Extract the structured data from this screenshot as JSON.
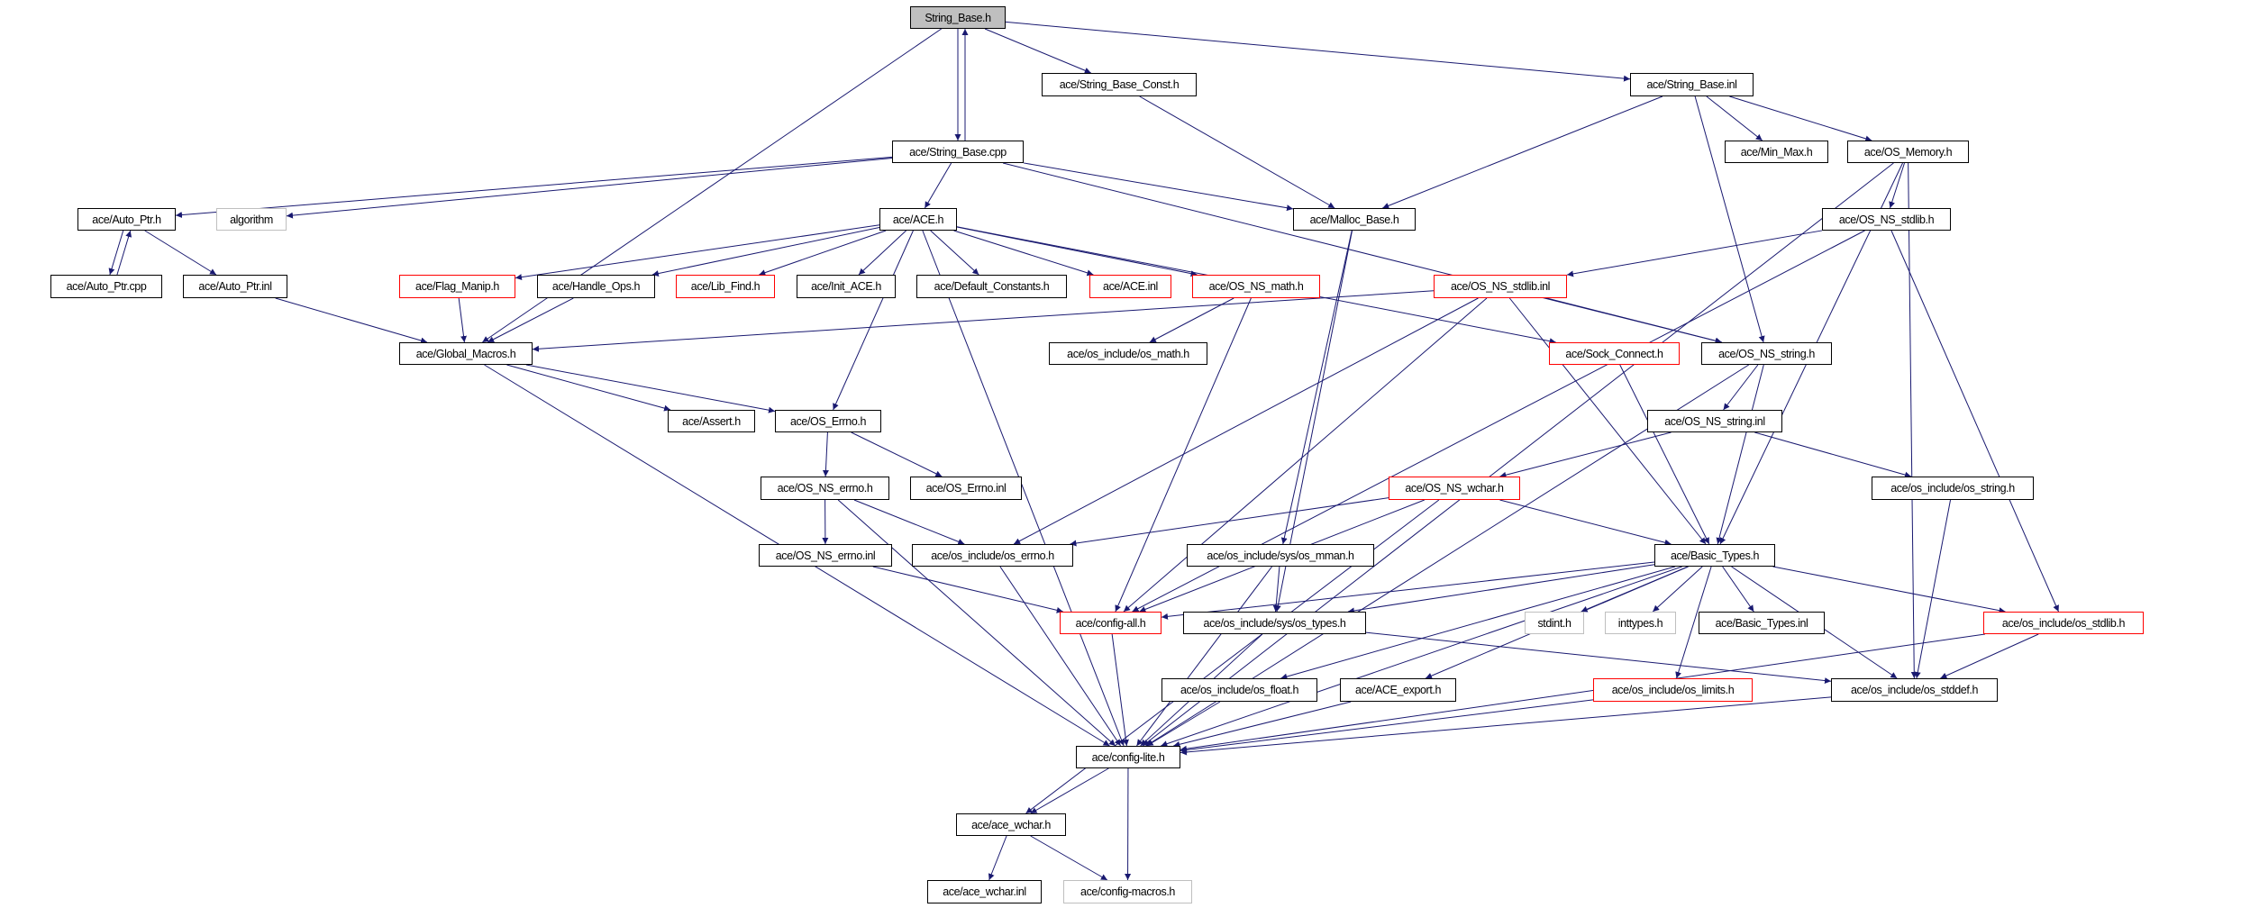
{
  "title": "String_Base.h",
  "colors": {
    "edge": "#191970",
    "root_fill": "#bfbfbf",
    "truncated_border": "#ff0000",
    "external_border": "#bfbfbf"
  },
  "nodes": {
    "string_base_h": {
      "label": "String_Base.h",
      "kind": "root"
    },
    "string_base_const_h": {
      "label": "ace/String_Base_Const.h",
      "kind": "normal"
    },
    "string_base_inl": {
      "label": "ace/String_Base.inl",
      "kind": "normal"
    },
    "string_base_cpp": {
      "label": "ace/String_Base.cpp",
      "kind": "normal"
    },
    "min_max_h": {
      "label": "ace/Min_Max.h",
      "kind": "normal"
    },
    "os_memory_h": {
      "label": "ace/OS_Memory.h",
      "kind": "normal"
    },
    "auto_ptr_h": {
      "label": "ace/Auto_Ptr.h",
      "kind": "normal"
    },
    "algorithm": {
      "label": "algorithm",
      "kind": "external"
    },
    "ace_h": {
      "label": "ace/ACE.h",
      "kind": "normal"
    },
    "malloc_base_h": {
      "label": "ace/Malloc_Base.h",
      "kind": "normal"
    },
    "os_ns_stdlib_h": {
      "label": "ace/OS_NS_stdlib.h",
      "kind": "normal"
    },
    "auto_ptr_cpp": {
      "label": "ace/Auto_Ptr.cpp",
      "kind": "normal"
    },
    "auto_ptr_inl": {
      "label": "ace/Auto_Ptr.inl",
      "kind": "normal"
    },
    "flag_manip_h": {
      "label": "ace/Flag_Manip.h",
      "kind": "truncated"
    },
    "handle_ops_h": {
      "label": "ace/Handle_Ops.h",
      "kind": "normal"
    },
    "lib_find_h": {
      "label": "ace/Lib_Find.h",
      "kind": "truncated"
    },
    "init_ace_h": {
      "label": "ace/Init_ACE.h",
      "kind": "normal"
    },
    "default_constants_h": {
      "label": "ace/Default_Constants.h",
      "kind": "normal"
    },
    "ace_inl": {
      "label": "ace/ACE.inl",
      "kind": "truncated"
    },
    "os_ns_math_h": {
      "label": "ace/OS_NS_math.h",
      "kind": "truncated"
    },
    "os_ns_stdlib_inl": {
      "label": "ace/OS_NS_stdlib.inl",
      "kind": "truncated"
    },
    "global_macros_h": {
      "label": "ace/Global_Macros.h",
      "kind": "normal"
    },
    "os_math_h": {
      "label": "ace/os_include/os_math.h",
      "kind": "normal"
    },
    "sock_connect_h": {
      "label": "ace/Sock_Connect.h",
      "kind": "truncated"
    },
    "os_ns_string_h": {
      "label": "ace/OS_NS_string.h",
      "kind": "normal"
    },
    "assert_h": {
      "label": "ace/Assert.h",
      "kind": "normal"
    },
    "os_errno_h": {
      "label": "ace/OS_Errno.h",
      "kind": "normal"
    },
    "os_ns_string_inl": {
      "label": "ace/OS_NS_string.inl",
      "kind": "normal"
    },
    "os_ns_errno_h": {
      "label": "ace/OS_NS_errno.h",
      "kind": "normal"
    },
    "os_errno_inl": {
      "label": "ace/OS_Errno.inl",
      "kind": "normal"
    },
    "os_ns_wchar_h": {
      "label": "ace/OS_NS_wchar.h",
      "kind": "truncated"
    },
    "os_string_h": {
      "label": "ace/os_include/os_string.h",
      "kind": "normal"
    },
    "os_ns_errno_inl": {
      "label": "ace/OS_NS_errno.inl",
      "kind": "normal"
    },
    "os_include_errno_h": {
      "label": "ace/os_include/os_errno.h",
      "kind": "normal"
    },
    "os_mman_h": {
      "label": "ace/os_include/sys/os_mman.h",
      "kind": "normal"
    },
    "basic_types_h": {
      "label": "ace/Basic_Types.h",
      "kind": "normal"
    },
    "config_all_h": {
      "label": "ace/config-all.h",
      "kind": "truncated"
    },
    "os_types_h": {
      "label": "ace/os_include/sys/os_types.h",
      "kind": "normal"
    },
    "stdint_h": {
      "label": "stdint.h",
      "kind": "external"
    },
    "inttypes_h": {
      "label": "inttypes.h",
      "kind": "external"
    },
    "basic_types_inl": {
      "label": "ace/Basic_Types.inl",
      "kind": "normal"
    },
    "os_stdlib_h": {
      "label": "ace/os_include/os_stdlib.h",
      "kind": "truncated"
    },
    "os_float_h": {
      "label": "ace/os_include/os_float.h",
      "kind": "normal"
    },
    "ace_export_h": {
      "label": "ace/ACE_export.h",
      "kind": "normal"
    },
    "os_limits_h": {
      "label": "ace/os_include/os_limits.h",
      "kind": "truncated"
    },
    "os_stddef_h": {
      "label": "ace/os_include/os_stddef.h",
      "kind": "normal"
    },
    "config_lite_h": {
      "label": "ace/config-lite.h",
      "kind": "normal"
    },
    "ace_wchar_h": {
      "label": "ace/ace_wchar.h",
      "kind": "normal"
    },
    "ace_wchar_inl": {
      "label": "ace/ace_wchar.inl",
      "kind": "normal"
    },
    "config_macros_h": {
      "label": "ace/config-macros.h",
      "kind": "external"
    }
  },
  "edges": [
    [
      "string_base_h",
      "string_base_cpp"
    ],
    [
      "string_base_h",
      "string_base_const_h"
    ],
    [
      "string_base_h",
      "string_base_inl"
    ],
    [
      "string_base_h",
      "global_macros_h"
    ],
    [
      "string_base_cpp",
      "string_base_h"
    ],
    [
      "string_base_cpp",
      "auto_ptr_h"
    ],
    [
      "string_base_cpp",
      "algorithm"
    ],
    [
      "string_base_cpp",
      "ace_h"
    ],
    [
      "string_base_cpp",
      "malloc_base_h"
    ],
    [
      "string_base_cpp",
      "os_ns_string_h"
    ],
    [
      "auto_ptr_h",
      "auto_ptr_cpp"
    ],
    [
      "auto_ptr_h",
      "auto_ptr_inl"
    ],
    [
      "auto_ptr_cpp",
      "auto_ptr_h"
    ],
    [
      "auto_ptr_inl",
      "global_macros_h"
    ],
    [
      "ace_h",
      "flag_manip_h"
    ],
    [
      "ace_h",
      "handle_ops_h"
    ],
    [
      "ace_h",
      "lib_find_h"
    ],
    [
      "ace_h",
      "init_ace_h"
    ],
    [
      "ace_h",
      "default_constants_h"
    ],
    [
      "ace_h",
      "ace_inl"
    ],
    [
      "ace_h",
      "os_ns_math_h"
    ],
    [
      "ace_h",
      "sock_connect_h"
    ],
    [
      "ace_h",
      "os_errno_h"
    ],
    [
      "ace_h",
      "config_lite_h"
    ],
    [
      "flag_manip_h",
      "global_macros_h"
    ],
    [
      "handle_ops_h",
      "global_macros_h"
    ],
    [
      "global_macros_h",
      "assert_h"
    ],
    [
      "global_macros_h",
      "os_errno_h"
    ],
    [
      "global_macros_h",
      "config_lite_h"
    ],
    [
      "os_errno_h",
      "os_ns_errno_h"
    ],
    [
      "os_errno_h",
      "os_errno_inl"
    ],
    [
      "os_ns_errno_h",
      "os_ns_errno_inl"
    ],
    [
      "os_ns_errno_h",
      "os_include_errno_h"
    ],
    [
      "os_ns_errno_h",
      "config_lite_h"
    ],
    [
      "os_ns_errno_inl",
      "config_all_h"
    ],
    [
      "os_include_errno_h",
      "config_lite_h"
    ],
    [
      "os_ns_math_h",
      "os_math_h"
    ],
    [
      "os_ns_math_h",
      "config_all_h"
    ],
    [
      "string_base_const_h",
      "malloc_base_h"
    ],
    [
      "string_base_inl",
      "malloc_base_h"
    ],
    [
      "string_base_inl",
      "min_max_h"
    ],
    [
      "string_base_inl",
      "os_memory_h"
    ],
    [
      "string_base_inl",
      "os_ns_string_h"
    ],
    [
      "os_memory_h",
      "os_ns_stdlib_h"
    ],
    [
      "os_memory_h",
      "basic_types_h"
    ],
    [
      "os_memory_h",
      "os_stddef_h"
    ],
    [
      "os_memory_h",
      "config_lite_h"
    ],
    [
      "os_ns_stdlib_h",
      "os_ns_stdlib_inl"
    ],
    [
      "os_ns_stdlib_h",
      "config_all_h"
    ],
    [
      "os_ns_stdlib_h",
      "os_stdlib_h"
    ],
    [
      "os_ns_stdlib_inl",
      "global_macros_h"
    ],
    [
      "os_ns_stdlib_inl",
      "os_ns_string_h"
    ],
    [
      "os_ns_stdlib_inl",
      "basic_types_h"
    ],
    [
      "os_ns_stdlib_inl",
      "os_include_errno_h"
    ],
    [
      "os_ns_stdlib_inl",
      "config_all_h"
    ],
    [
      "malloc_base_h",
      "os_mman_h"
    ],
    [
      "malloc_base_h",
      "os_types_h"
    ],
    [
      "sock_connect_h",
      "basic_types_h"
    ],
    [
      "os_ns_string_h",
      "os_ns_string_inl"
    ],
    [
      "os_ns_string_h",
      "basic_types_h"
    ],
    [
      "os_ns_string_h",
      "config_lite_h"
    ],
    [
      "os_ns_string_inl",
      "os_ns_wchar_h"
    ],
    [
      "os_ns_string_inl",
      "os_string_h"
    ],
    [
      "os_ns_wchar_h",
      "basic_types_h"
    ],
    [
      "os_ns_wchar_h",
      "os_include_errno_h"
    ],
    [
      "os_ns_wchar_h",
      "config_all_h"
    ],
    [
      "os_ns_wchar_h",
      "ace_wchar_h"
    ],
    [
      "os_string_h",
      "os_stddef_h"
    ],
    [
      "os_mman_h",
      "os_types_h"
    ],
    [
      "os_mman_h",
      "config_lite_h"
    ],
    [
      "basic_types_h",
      "config_all_h"
    ],
    [
      "basic_types_h",
      "os_types_h"
    ],
    [
      "basic_types_h",
      "stdint_h"
    ],
    [
      "basic_types_h",
      "inttypes_h"
    ],
    [
      "basic_types_h",
      "basic_types_inl"
    ],
    [
      "basic_types_h",
      "os_stdlib_h"
    ],
    [
      "basic_types_h",
      "os_float_h"
    ],
    [
      "basic_types_h",
      "ace_export_h"
    ],
    [
      "basic_types_h",
      "os_limits_h"
    ],
    [
      "basic_types_h",
      "os_stddef_h"
    ],
    [
      "basic_types_h",
      "config_lite_h"
    ],
    [
      "config_all_h",
      "config_lite_h"
    ],
    [
      "os_types_h",
      "os_stddef_h"
    ],
    [
      "os_types_h",
      "config_lite_h"
    ],
    [
      "os_stdlib_h",
      "os_stddef_h"
    ],
    [
      "os_stdlib_h",
      "config_lite_h"
    ],
    [
      "os_float_h",
      "config_lite_h"
    ],
    [
      "ace_export_h",
      "config_lite_h"
    ],
    [
      "os_limits_h",
      "config_lite_h"
    ],
    [
      "os_stddef_h",
      "config_lite_h"
    ],
    [
      "config_lite_h",
      "ace_wchar_h"
    ],
    [
      "config_lite_h",
      "config_macros_h"
    ],
    [
      "ace_wchar_h",
      "ace_wchar_inl"
    ],
    [
      "ace_wchar_h",
      "config_macros_h"
    ]
  ]
}
